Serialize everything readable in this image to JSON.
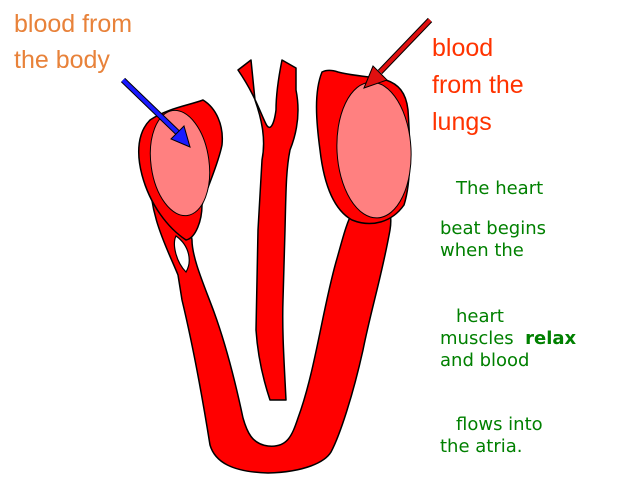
{
  "labels": {
    "body": [
      "blood from",
      "the body"
    ],
    "lungs": [
      "blood",
      "from the",
      "lungs"
    ]
  },
  "description": {
    "lines": [
      "The heart",
      "beat begins",
      "when the",
      "heart"
    ],
    "muscles_prefix": "muscles",
    "relax_word": "relax",
    "after_lines": [
      "and blood",
      "flows into",
      "the atria."
    ]
  },
  "colors": {
    "heart_wall": "#ff0000",
    "atrium_fill": "#ff8080",
    "arrow_body": "#1a1aff",
    "arrow_lungs": "#e01010",
    "label_body": "#e8823a",
    "label_lungs": "#ff3300",
    "description": "#008000"
  }
}
